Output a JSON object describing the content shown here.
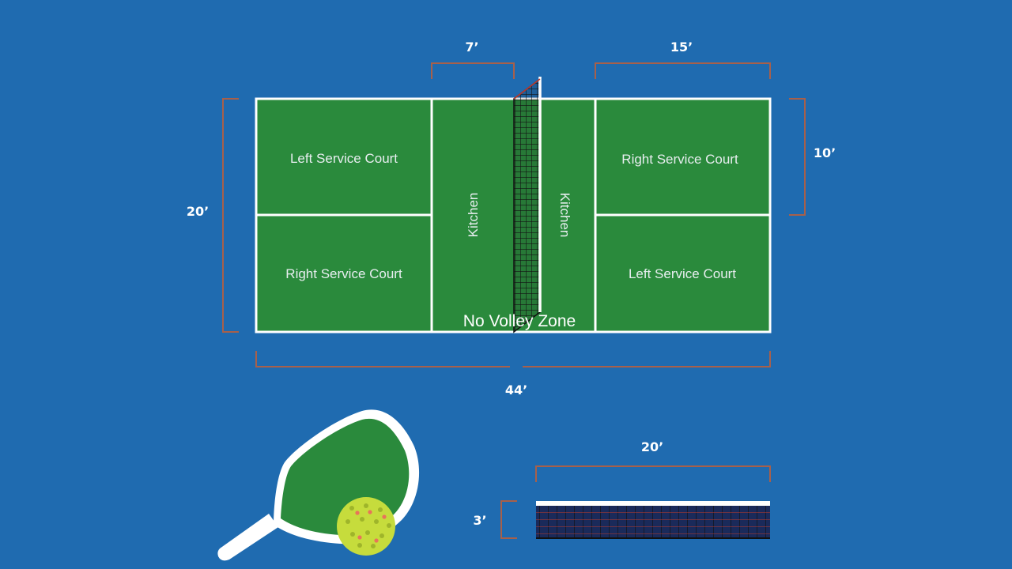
{
  "court": {
    "left_service_court_a": "Left Service Court",
    "right_service_court_a": "Right Service Court",
    "right_service_court_b": "Right Service Court",
    "left_service_court_b": "Left Service Court",
    "kitchen_left": "Kitchen",
    "kitchen_right": "Kitchen",
    "no_volley_zone": "No Volley Zone"
  },
  "dimensions": {
    "kitchen_depth": "7’",
    "service_depth": "15’",
    "half_width": "10’",
    "court_width": "20’",
    "court_length": "44’",
    "net_length": "20’",
    "net_height": "3’"
  },
  "colors": {
    "background": "#1f6bb0",
    "court_green": "#2a8a3c",
    "court_line": "#ffffff",
    "bracket": "#a8604a",
    "ball": "#c6dc3c",
    "net_red": "#c0392b"
  },
  "icons": {
    "paddle": "pickleball-paddle-icon",
    "ball": "pickleball-ball-icon",
    "net": "net-icon"
  }
}
